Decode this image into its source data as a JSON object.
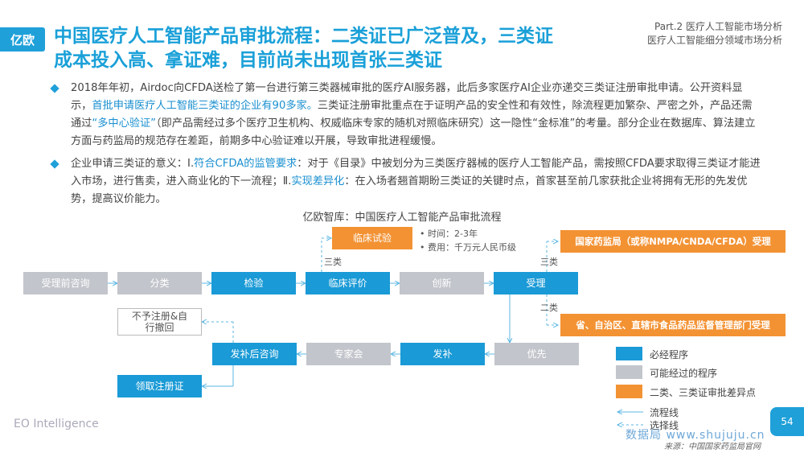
{
  "header": {
    "logo_text": "亿欧",
    "title_line1": "中国医疗人工智能产品审批流程：二类证已广泛普及，三类证",
    "title_line2": "成本投入高、拿证难，目前尚未出现首张三类证",
    "part_line1": "Part.2  医疗人工智能市场分析",
    "part_line2": "医疗人工智能细分领域市场分析"
  },
  "para1": {
    "s1": "2018年年初，Airdoc向CFDA送检了第一台进行第三类器械审批的医疗AI服务器，此后多家医疗AI企业亦递交三类证注册审批申请。公开资料显示，",
    "hl1": "首批申请医疗人工智能三类证的企业有90多家。",
    "s2": "三类证注册审批重点在于证明产品的安全性和有效性，除流程更加繁杂、严密之外，产品还需通过",
    "hl2": "“多中心验证”",
    "s3": "（即产品需经过多个医疗卫生机构、权威临床专家的随机对照临床研究）这一隐性“金标准”的考量。部分企业在数据库、算法建立方面与药监局的规范存在差距，前期多中心验证难以开展，导致审批进程缓慢。"
  },
  "para2": {
    "s1": "企业申请三类证的意义：Ⅰ.",
    "hl1": "符合CFDA的监管要求",
    "s2": "：对于《目录》中被划分为三类医疗器械的医疗人工智能产品，需按照CFDA要求取得三类证才能进入市场，进行售卖，进入商业化的下一流程；Ⅱ.",
    "hl2": "实现差异化",
    "s3": "：在入场者翘首期盼三类证的关键时点，首家甚至前几家获批企业将拥有无形的先发优势，提高议价能力。"
  },
  "diagram": {
    "title": "亿欧智库：中国医疗人工智能产品审批流程",
    "nodes": {
      "pre_consult": "受理前咨询",
      "classify": "分类",
      "inspect": "检验",
      "clinical_eval": "临床评价",
      "innovate": "创新",
      "accept": "受理",
      "clinical_trial": "临床试验",
      "nmpa": "国家药监局（或称NMPA/CNDA/CFDA）受理",
      "provincial": "省、自治区、直辖市食品药品监督管理部门受理",
      "priority": "优先",
      "issue": "发补",
      "expert": "专家会",
      "post_consult": "发补后咨询",
      "reject": "不予注册&自行撤回",
      "get_cert": "领取注册证"
    },
    "trial_time": "时间：2-3年",
    "trial_cost": "费用：千万元人民币级",
    "label_class3_a": "三类",
    "label_class3_b": "三类",
    "label_class2": "二类"
  },
  "legend": {
    "required": "必经程序",
    "possible": "可能经过的程序",
    "diff": "二类、三类证审批差异点",
    "flow_line": "流程线",
    "choice_line": "选择线"
  },
  "colors": {
    "blue": "#1a9ad6",
    "gray": "#c2c5cb",
    "orange": "#f39233",
    "title": "#1aa0d8"
  },
  "footer": {
    "brand": "EO Intelligence",
    "page": "54",
    "watermark": "数据局 www.shujuju.cn",
    "source": "来源：中国国家药监局官网"
  }
}
